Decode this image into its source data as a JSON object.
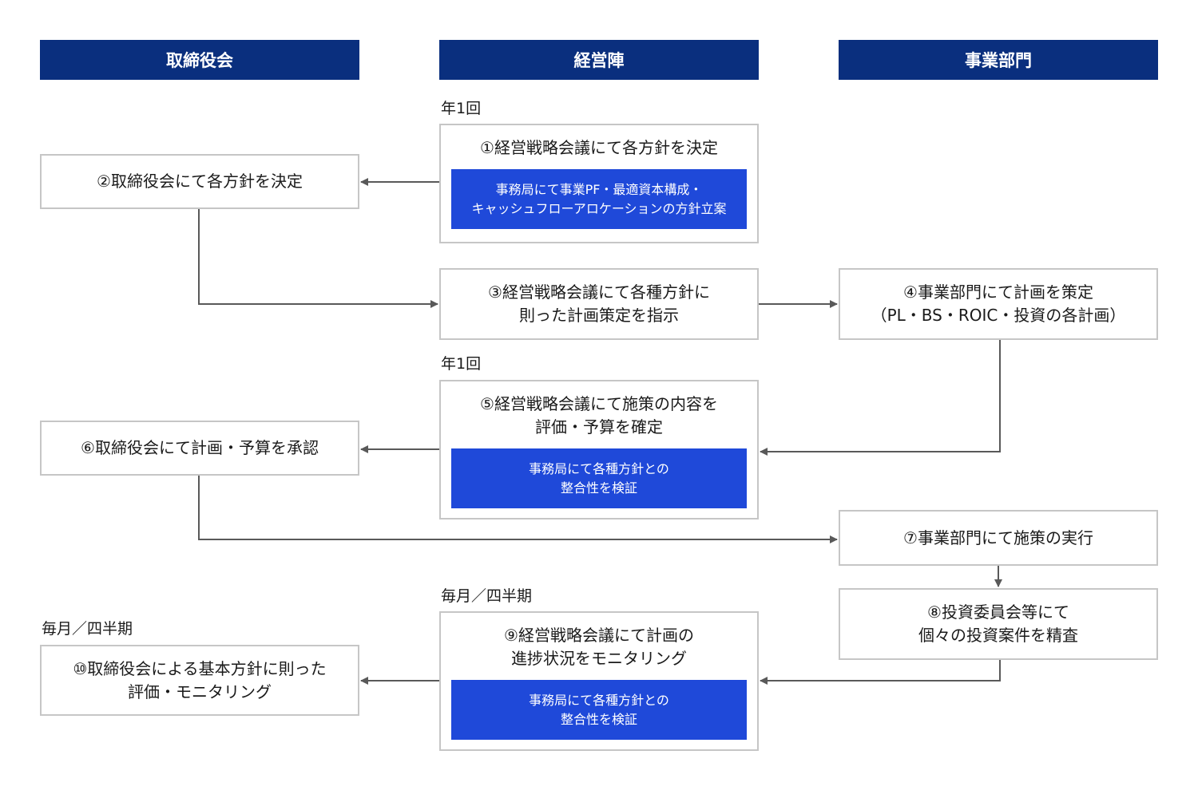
{
  "colors": {
    "header_bg": "#0a2f7e",
    "sub_bg": "#1f49d9",
    "connector": "#595959",
    "box_border": "#c6c6c6"
  },
  "headers": [
    "取締役会",
    "経営陣",
    "事業部門"
  ],
  "frequency": {
    "annual_1": "年1回",
    "annual_2": "年1回",
    "monthly_1": "毎月／四半期",
    "monthly_2": "毎月／四半期"
  },
  "steps": {
    "s1": {
      "title": "①経営戦略会議にて各方針を決定",
      "sub": "事務局にて事業PF・最適資本構成・\nキャッシュフローアロケーションの方針立案"
    },
    "s2": {
      "title": "②取締役会にて各方針を決定"
    },
    "s3": {
      "title": "③経営戦略会議にて各種方針に\n則った計画策定を指示"
    },
    "s4": {
      "title": "④事業部門にて計画を策定\n（PL・BS・ROIC・投資の各計画）"
    },
    "s5": {
      "title": "⑤経営戦略会議にて施策の内容を\n評価・予算を確定",
      "sub": "事務局にて各種方針との\n整合性を検証"
    },
    "s6": {
      "title": "⑥取締役会にて計画・予算を承認"
    },
    "s7": {
      "title": "⑦事業部門にて施策の実行"
    },
    "s8": {
      "title": "⑧投資委員会等にて\n個々の投資案件を精査"
    },
    "s9": {
      "title": "⑨経営戦略会議にて計画の\n進捗状況をモニタリング",
      "sub": "事務局にて各種方針との\n整合性を検証"
    },
    "s10": {
      "title": "⑩取締役会による基本方針に則った\n評価・モニタリング"
    }
  }
}
